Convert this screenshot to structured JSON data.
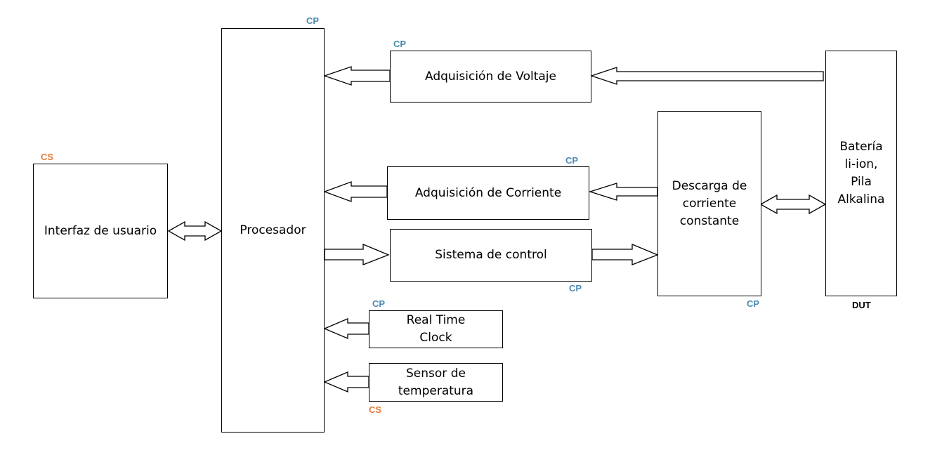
{
  "blocks": {
    "interfaz": "Interfaz de usuario",
    "procesador": "Procesador",
    "voltaje": "Adquisición de Voltaje",
    "corriente": "Adquisición de Corriente",
    "control": "Sistema de control",
    "rtc": "Real Time\nClock",
    "sensor": "Sensor de\ntemperatura",
    "descarga": "Descarga de\ncorriente\nconstante",
    "bateria": "Batería\nli-ion,\nPila\nAlkalina"
  },
  "tags": {
    "procesador": "CP",
    "voltaje": "CP",
    "interfaz": "CS",
    "corriente": "CP",
    "control": "CP",
    "descarga": "CP",
    "rtc": "CP",
    "sensor": "CS",
    "bateria": "DUT"
  },
  "colors": {
    "cp": "#4a8bb0",
    "cs": "#e07b39"
  }
}
